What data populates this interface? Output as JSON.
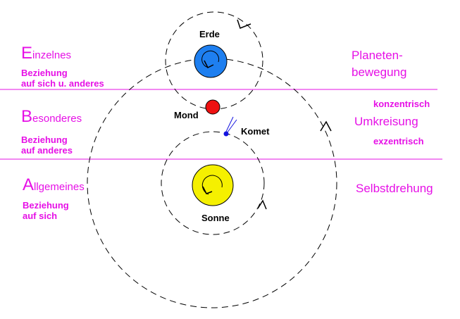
{
  "left": {
    "einzelnes": {
      "initial": "E",
      "rest": "inzelnes",
      "relation": "Beziehung",
      "relation2": "auf sich u. anderes"
    },
    "besonderes": {
      "initial": "B",
      "rest": "esonderes",
      "relation": "Beziehung",
      "relation2": "auf anderes"
    },
    "allgemeines": {
      "initial": "A",
      "rest": "llgemeines",
      "relation": "Beziehung",
      "relation2": "auf sich"
    }
  },
  "right": {
    "planeten": "Planeten-",
    "bewegung": "bewegung",
    "konzentrisch": "konzentrisch",
    "umkreisung": "Umkreisung",
    "exzentrisch": "exzentrisch",
    "selbstdrehung": "Selbstdrehung"
  },
  "bodies": {
    "erde": "Erde",
    "mond": "Mond",
    "komet": "Komet",
    "sonne": "Sonne"
  },
  "colors": {
    "label": "#e610e6",
    "lines": "#e610e6",
    "earth": "#1e7ff0",
    "moon": "#ee1111",
    "sun": "#f5f000",
    "comet": "#1515e0",
    "orbit": "#000000"
  }
}
